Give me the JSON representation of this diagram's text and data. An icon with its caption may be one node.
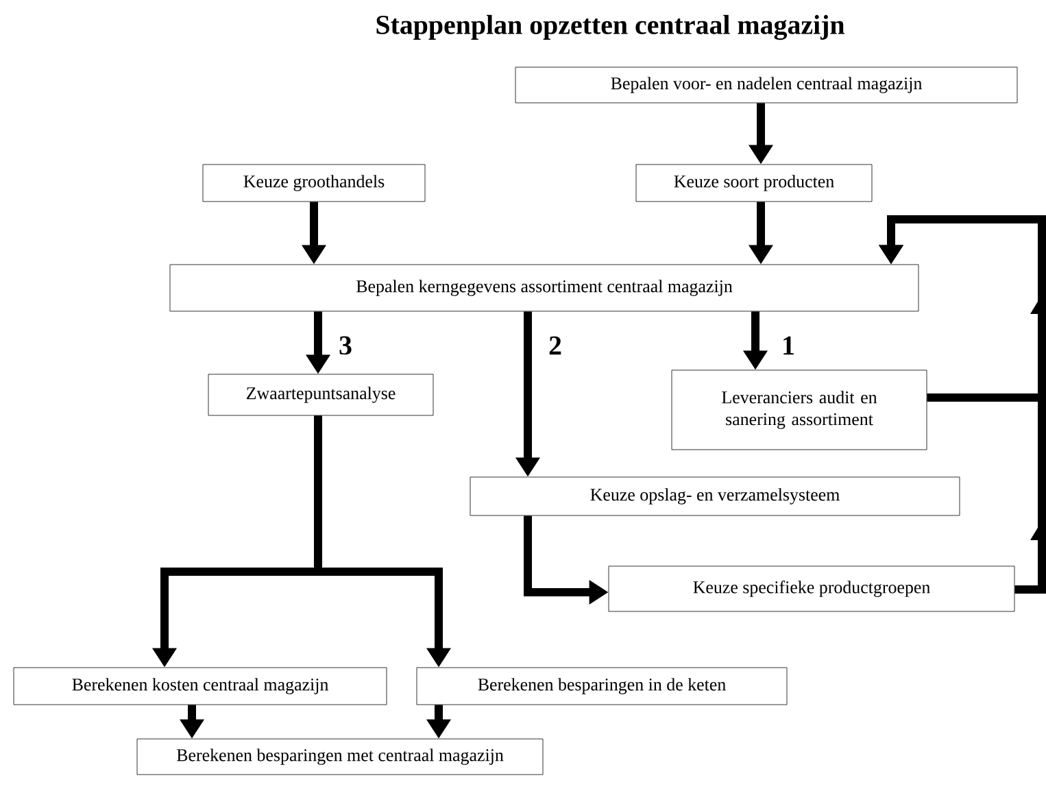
{
  "diagram": {
    "title": "Stappenplan opzetten centraal magazijn",
    "nodes": [
      {
        "text": [
          "Bepalen voor- en nadelen centraal magazijn"
        ]
      },
      {
        "text": [
          "Keuze groothandels"
        ]
      },
      {
        "text": [
          "Keuze soort producten"
        ]
      },
      {
        "text": [
          "Bepalen kerngegevens assortiment centraal magazijn"
        ]
      },
      {
        "text": [
          "Zwaartepuntsanalyse"
        ]
      },
      {
        "text": [
          "Leveranciers audit en sanering assortiment"
        ]
      },
      {
        "text": [
          "Keuze opslag- en verzamelsysteem"
        ]
      },
      {
        "text": [
          "Keuze specifieke productgroepen"
        ]
      },
      {
        "text": [
          "Berekenen kosten centraal magazijn"
        ]
      },
      {
        "text": [
          "Berekenen besparingen in de keten"
        ]
      },
      {
        "text": [
          "Berekenen besparingen met centraal magazijn"
        ]
      }
    ],
    "edges": [
      {
        "from": 0,
        "to": 2,
        "arrow": "to"
      },
      {
        "from": 1,
        "to": 3,
        "arrow": "to"
      },
      {
        "from": 2,
        "to": 3,
        "arrow": "to"
      },
      {
        "from": 3,
        "to": 5,
        "arrow": "to",
        "label": "1"
      },
      {
        "from": 3,
        "to": 6,
        "arrow": "to",
        "label": "2"
      },
      {
        "from": 3,
        "to": 4,
        "arrow": "to",
        "label": "3"
      },
      {
        "from": 5,
        "to": 3,
        "arrow": "to"
      },
      {
        "from": 7,
        "to": 3,
        "arrow": "to"
      },
      {
        "from": 6,
        "to": 7,
        "arrow": "to"
      },
      {
        "from": 4,
        "to": 8,
        "arrow": "to"
      },
      {
        "from": 4,
        "to": 9,
        "arrow": "to"
      },
      {
        "from": 8,
        "to": 10,
        "arrow": "to"
      },
      {
        "from": 9,
        "to": 10,
        "arrow": "to"
      }
    ]
  }
}
